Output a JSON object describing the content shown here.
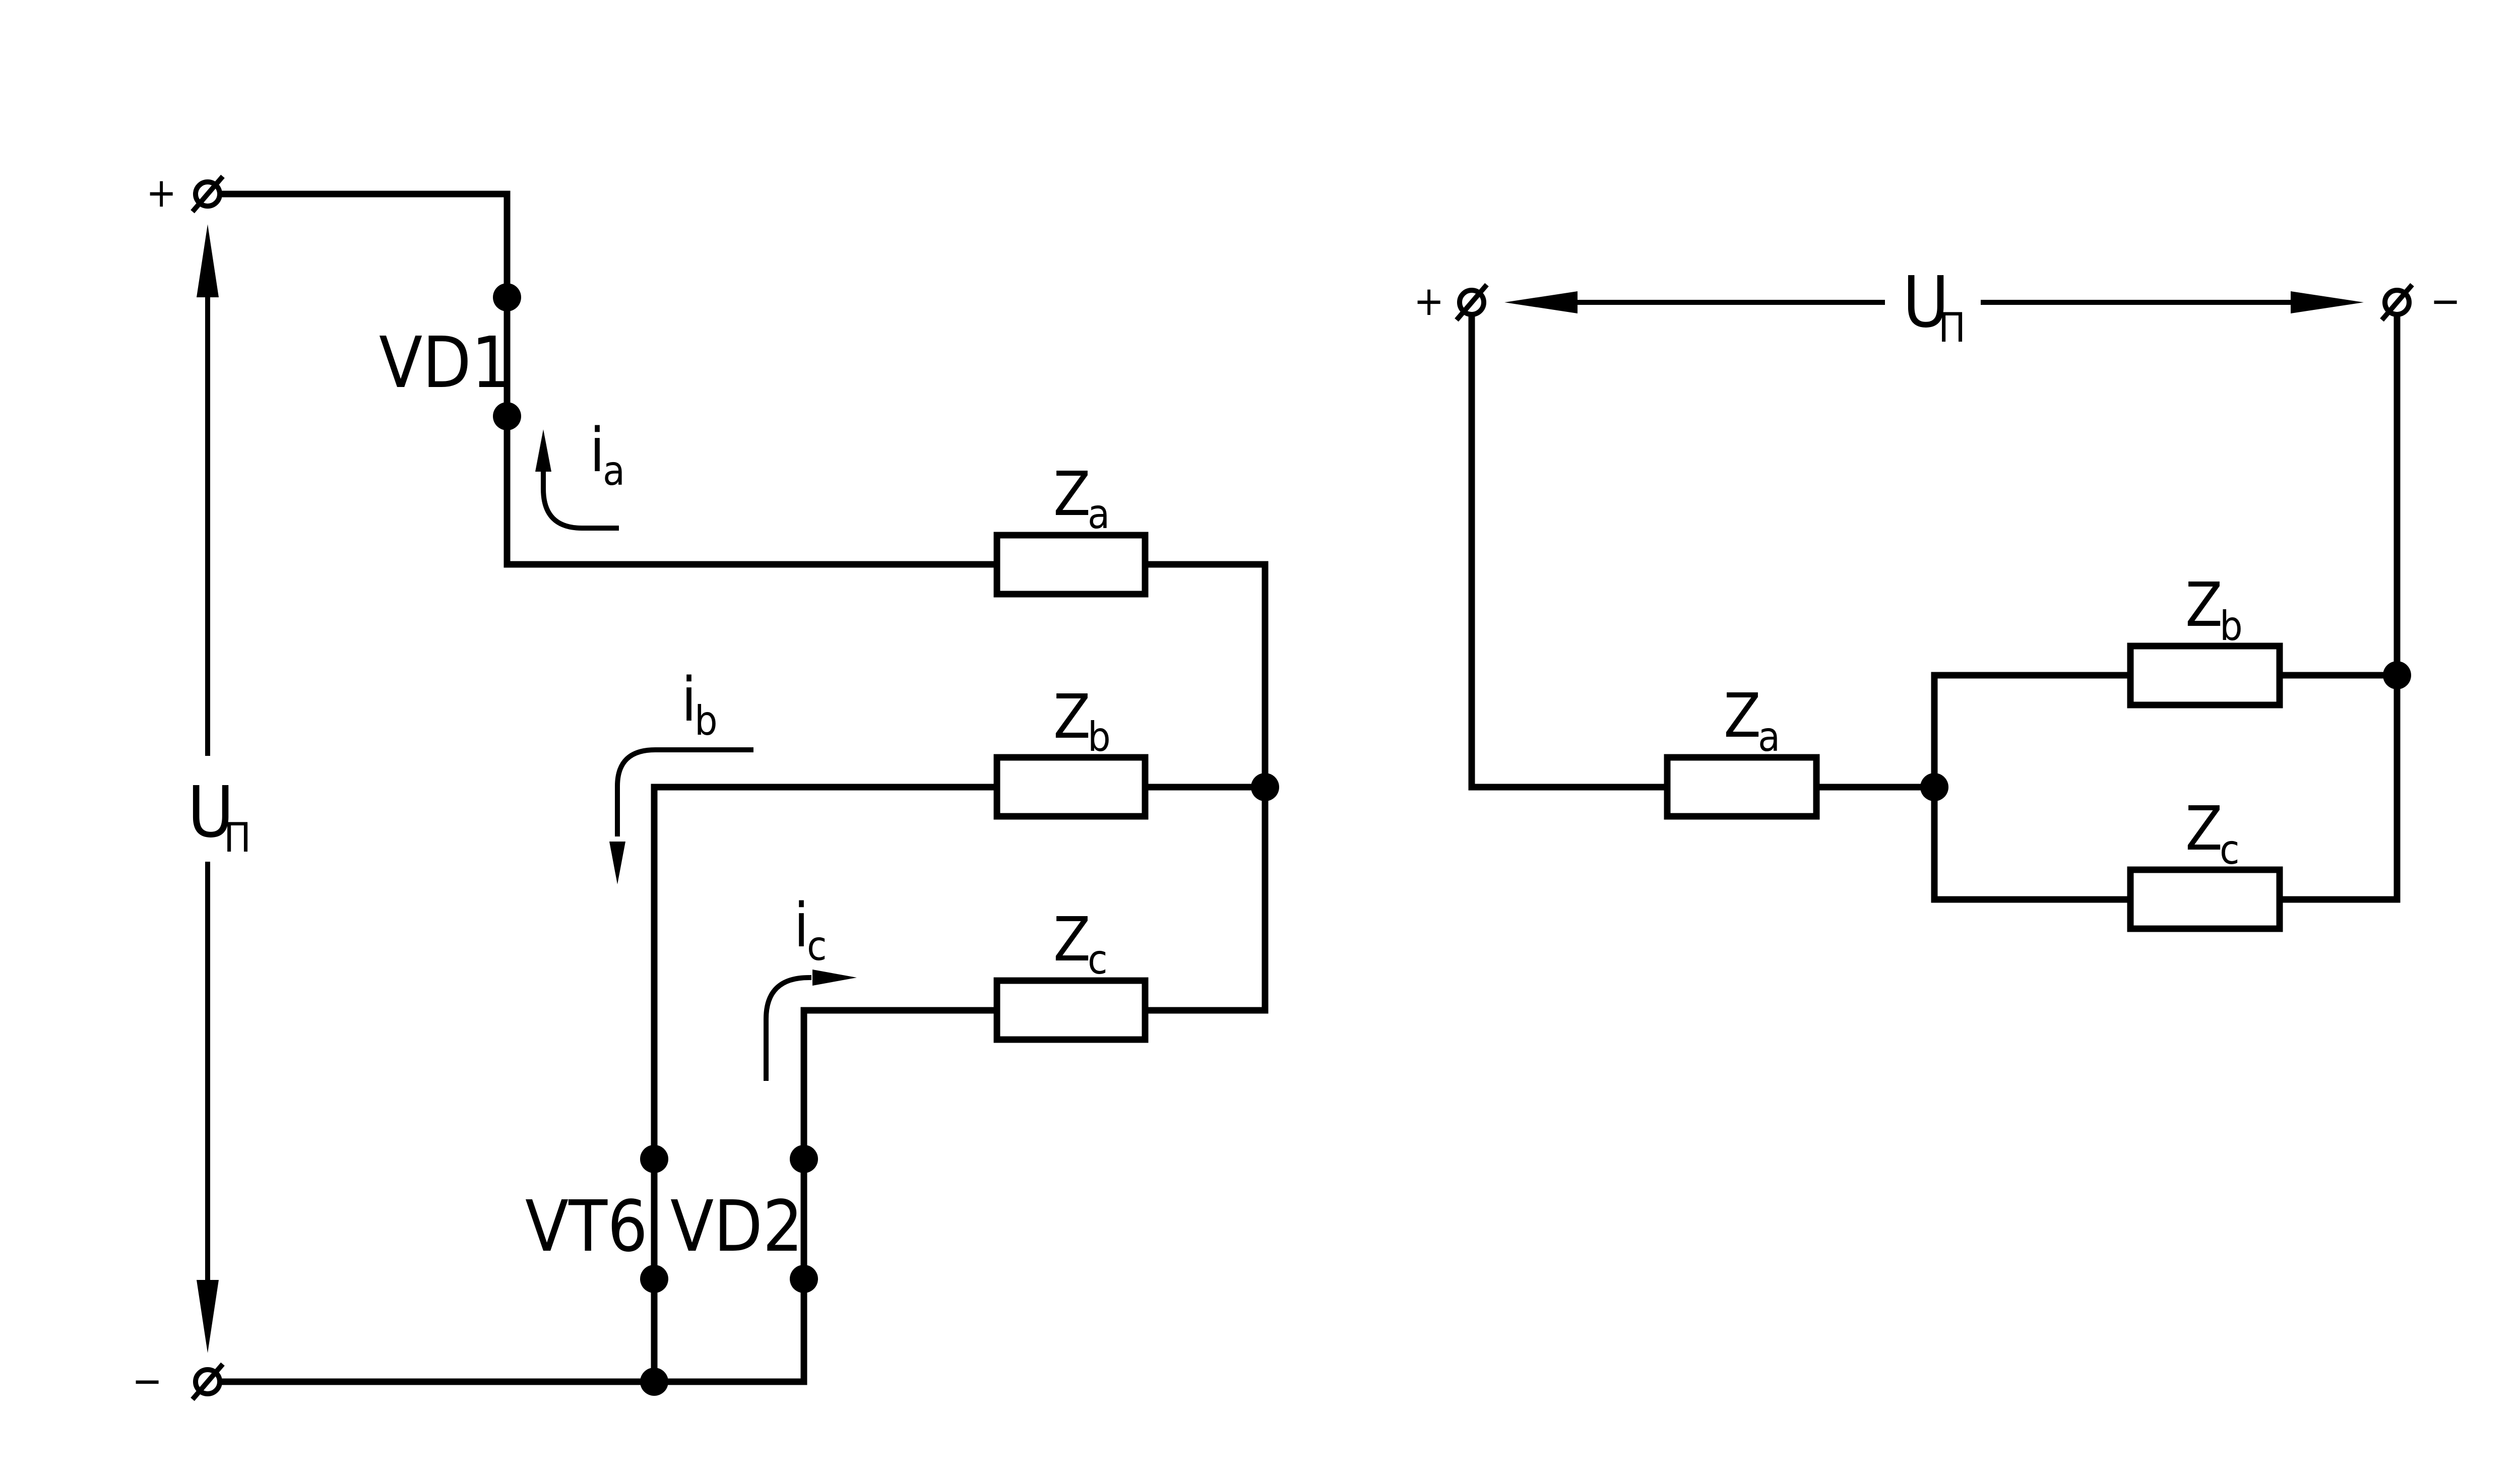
{
  "left_circuit": {
    "supply_label": "U",
    "supply_sub": "П",
    "plus_sign": "+",
    "minus_sign": "−",
    "devices": {
      "vd1": "VD1",
      "vt6": "VT6",
      "vd2": "VD2"
    },
    "impedances": [
      {
        "main": "Z",
        "sub": "a"
      },
      {
        "main": "Z",
        "sub": "b"
      },
      {
        "main": "Z",
        "sub": "c"
      }
    ],
    "currents": [
      {
        "main": "i",
        "sub": "a"
      },
      {
        "main": "i",
        "sub": "b"
      },
      {
        "main": "i",
        "sub": "c"
      }
    ]
  },
  "right_circuit": {
    "supply_label": "U",
    "supply_sub": "П",
    "plus_sign": "+",
    "minus_sign": "−",
    "impedances": [
      {
        "main": "Z",
        "sub": "a"
      },
      {
        "main": "Z",
        "sub": "b"
      },
      {
        "main": "Z",
        "sub": "c"
      }
    ]
  }
}
